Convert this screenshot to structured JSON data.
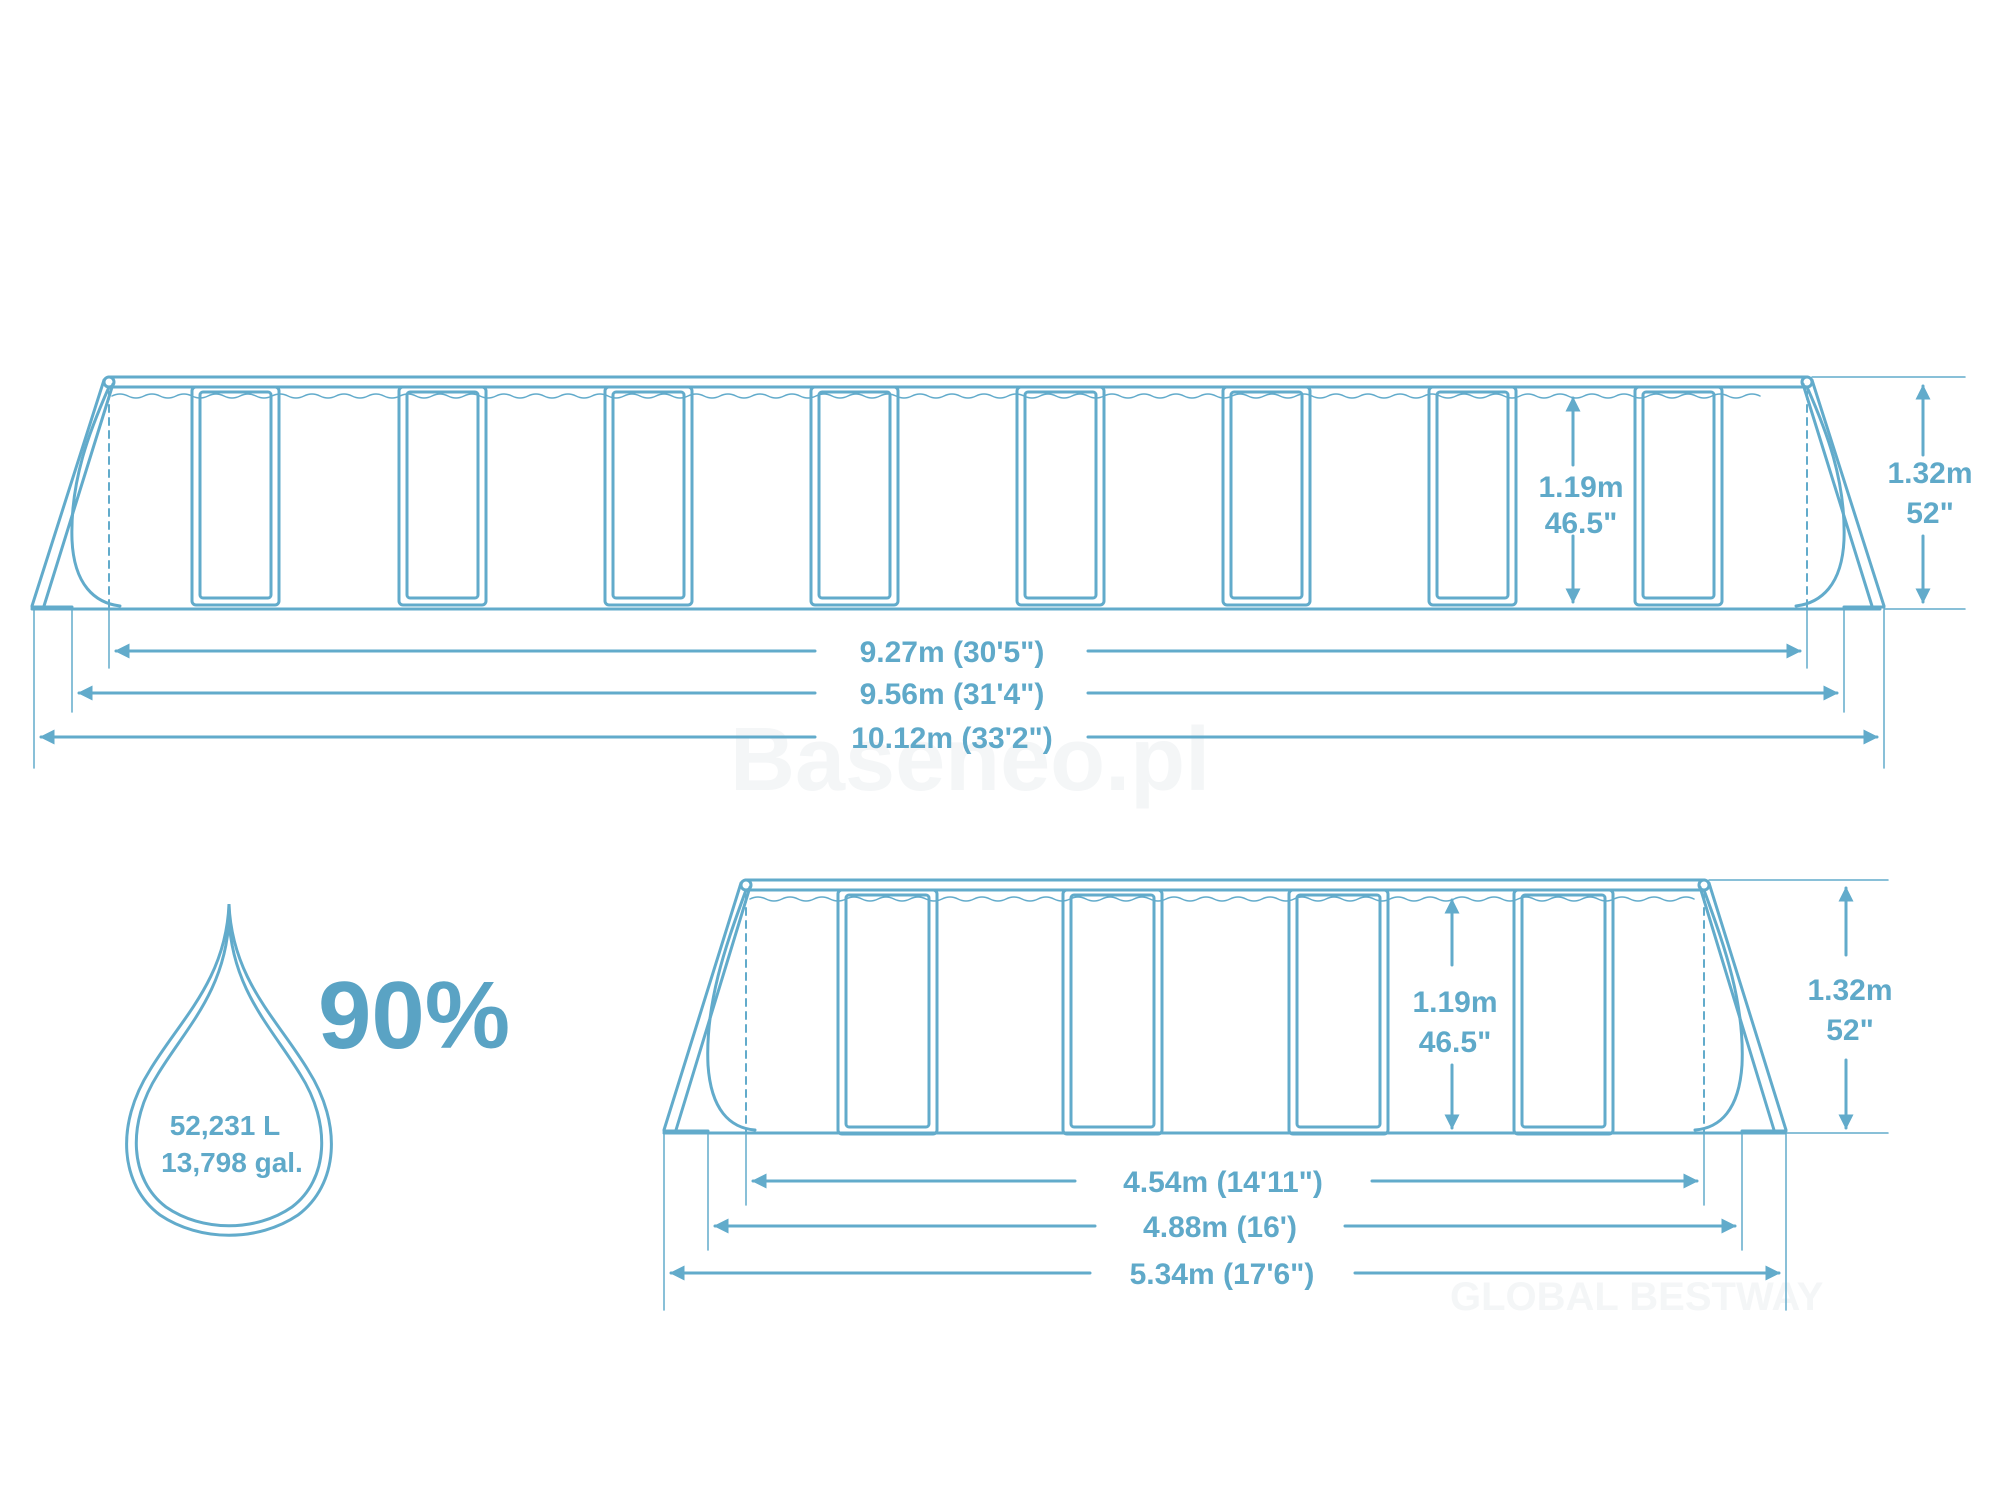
{
  "colors": {
    "line": "#62abcb",
    "text": "#5fa9c9",
    "background": "#ffffff"
  },
  "long_view": {
    "inner_height_m": "1.19m",
    "inner_height_in": "46.5\"",
    "outer_height_m": "1.32m",
    "outer_height_in": "52\"",
    "width_inner": "9.27m (30'5\")",
    "width_frame": "9.56m (31'4\")",
    "width_total": "10.12m (33'2\")"
  },
  "short_view": {
    "inner_height_m": "1.19m",
    "inner_height_in": "46.5\"",
    "outer_height_m": "1.32m",
    "outer_height_in": "52\"",
    "width_inner": "4.54m (14'11\")",
    "width_frame": "4.88m (16')",
    "width_total": "5.34m (17'6\")"
  },
  "capacity": {
    "fill_percent": "90%",
    "liters": "52,231 L",
    "gallons": "13,798 gal."
  },
  "watermarks": [
    "Baseneo.pl",
    "GLOBAL BESTWAY"
  ]
}
